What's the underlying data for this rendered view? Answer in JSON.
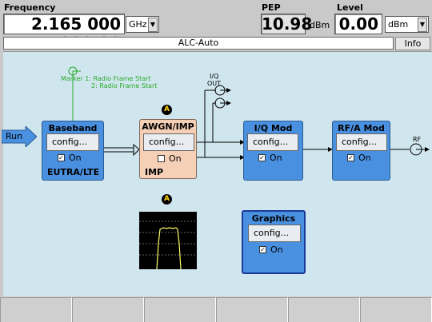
{
  "header": {
    "frequency_label": "Frequency",
    "frequency_value": "2.165 000 000 00",
    "frequency_unit": "GHz",
    "pep_label": "PEP",
    "pep_value": "10.98",
    "pep_unit": "dBm",
    "level_label": "Level",
    "level_value": "0.00",
    "level_unit": "dBm"
  },
  "status": {
    "alc_text": "ALC-Auto",
    "info_label": "Info"
  },
  "diagram": {
    "run_label": "Run",
    "marker_line1": "Marker  1: Radio Frame Start",
    "marker_line2": "2: Radio Frame Start",
    "iq_out_line1": "I/Q",
    "iq_out_line2": "OUT",
    "rf_label": "RF",
    "badge_letter": "A",
    "blocks": {
      "baseband": {
        "title": "Baseband",
        "config": "config...",
        "on": "On",
        "sub": "EUTRA/LTE"
      },
      "awgn": {
        "title": "AWGN/IMP",
        "config": "config...",
        "on": "On",
        "sub": "IMP"
      },
      "iqmod": {
        "title": "I/Q Mod",
        "config": "config...",
        "on": "On"
      },
      "rfamod": {
        "title": "RF/A Mod",
        "config": "config...",
        "on": "On"
      },
      "graphics": {
        "title": "Graphics",
        "config": "config...",
        "on": "On"
      }
    }
  },
  "colors": {
    "block_blue": "#4a90e0",
    "awgn_peach": "#f5cfb6",
    "diagram_bg": "#d0e6ee",
    "marker_green": "#2aaa2a",
    "badge_yellow": "#ffd400"
  },
  "softkeys": [
    "",
    "",
    "",
    "",
    "",
    ""
  ]
}
